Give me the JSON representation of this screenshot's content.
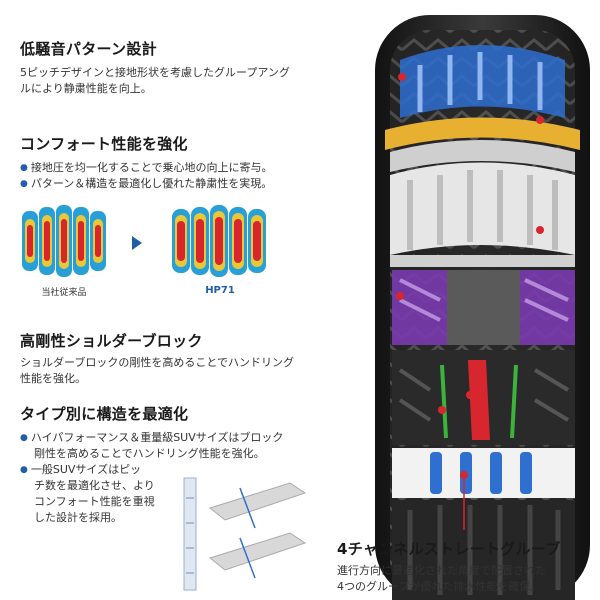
{
  "features": {
    "low_noise": {
      "title": "低騒音パターン設計",
      "lines": [
        "5ピッチデザインと接地形状を考慮したグループアング",
        "ルにより静粛性能を向上。"
      ]
    },
    "comfort": {
      "title": "コンフォート性能を強化",
      "bullets": [
        "接地圧を均一化することで乗心地の向上に寄与。",
        "パターン＆構造を最適化し優れた静粛性を実現。"
      ]
    },
    "comparison": {
      "before_label": "当社従来品",
      "after_label": "HP71"
    },
    "shoulder": {
      "title": "高剛性ショルダーブロック",
      "lines": [
        "ショルダーブロックの剛性を高めることでハンドリング",
        "性能を強化。"
      ]
    },
    "structure": {
      "title": "タイプ別に構造を最適化",
      "bullet1_lines": [
        "ハイパフォーマンス＆重量級SUVサイズはブロック",
        "剛性を高めることでハンドリング性能を強化。"
      ],
      "bullet2_lines": [
        "一般SUVサイズはピッ",
        "チ数を最適化させ、より",
        "コンフォート性能を重視",
        "した設計を採用。"
      ]
    },
    "groove": {
      "title": "4チャンネルストレートグルーブ",
      "lines": [
        "進行方向に最適化された角度で配置された",
        "4つのグループが優れた排水性能を確保。"
      ]
    }
  },
  "colors": {
    "accent_red": "#d8262e",
    "bullet_blue": "#1f5fa8",
    "tread_blue": "#2f6fd0",
    "shoulder_purple": "#7a3bb0",
    "belt_yellow": "#e8b030",
    "center_red": "#d8262e",
    "rib_green": "#3cb43c"
  }
}
